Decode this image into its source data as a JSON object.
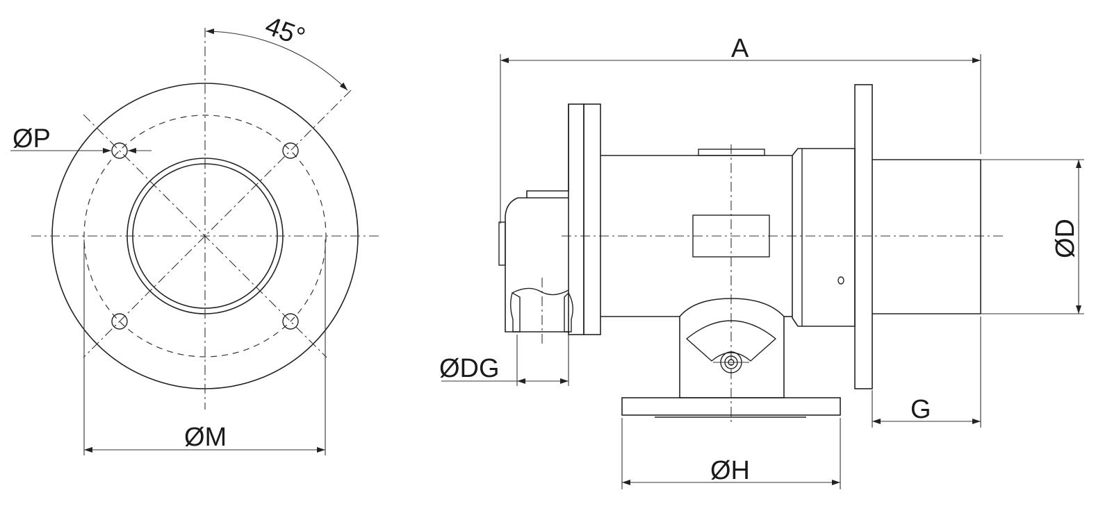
{
  "labels": {
    "angle": "45°",
    "bolt_hole_diameter": "ØP",
    "bolt_circle_diameter": "ØM",
    "overall_length": "A",
    "shaft_diameter": "ØD",
    "port_diameter": "ØDG",
    "base_diameter": "ØH",
    "shaft_length": "G"
  },
  "colors": {
    "line": "#222222",
    "background": "#ffffff"
  }
}
